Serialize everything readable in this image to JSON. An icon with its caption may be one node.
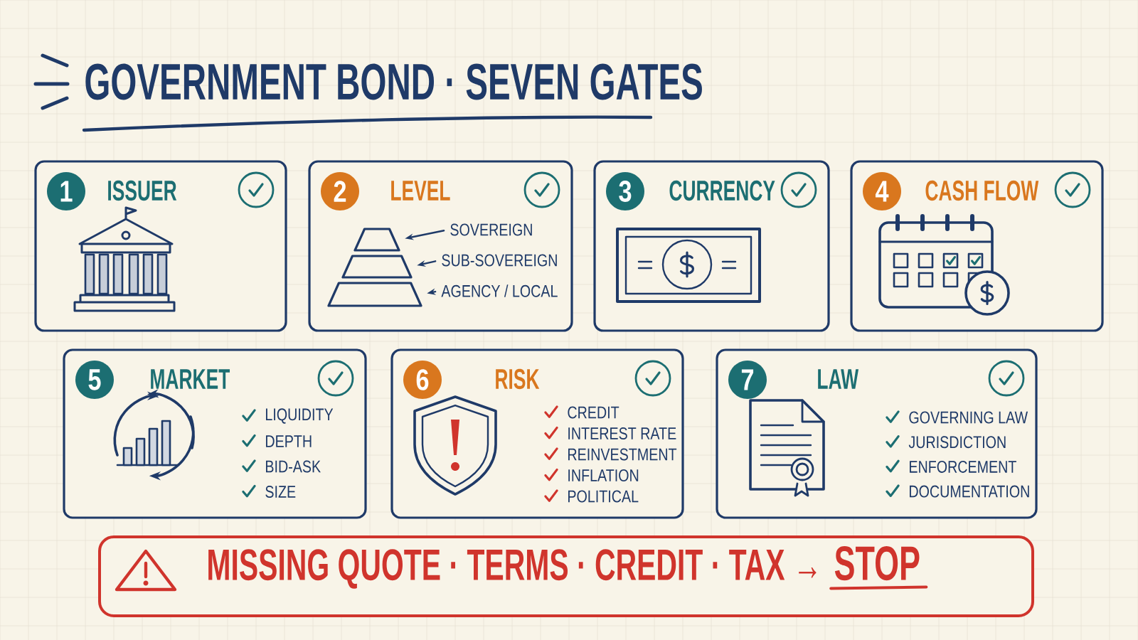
{
  "diagram": {
    "title": "GOVERNMENT BOND · SEVEN GATES",
    "nodes": [
      {
        "text": [
          "ISSUER"
        ]
      },
      {
        "text": [
          "1"
        ],
        "in": 0
      },
      {
        "text": [
          "LEVEL"
        ]
      },
      {
        "text": [
          "2"
        ],
        "in": 2
      },
      {
        "text": [],
        "shape": "trapezoid",
        "in": 2
      },
      {
        "text": [],
        "shape": "trapezoid",
        "in": 2
      },
      {
        "text": [],
        "shape": "trapezoid",
        "in": 2
      },
      {
        "text": [
          "SOVEREIGN"
        ],
        "in": 2
      },
      {
        "text": [
          "SUB-SOVEREIGN"
        ],
        "in": 2
      },
      {
        "text": [
          "AGENCY / LOCAL"
        ],
        "in": 2
      },
      {
        "text": [
          "CURRENCY"
        ]
      },
      {
        "text": [
          "3"
        ],
        "in": 10
      },
      {
        "text": [
          "CASH FLOW"
        ]
      },
      {
        "text": [
          "4"
        ],
        "in": 12
      },
      {
        "text": [
          "MARKET",
          "LIQUIDITY",
          "DEPTH",
          "BID-ASK",
          "SIZE"
        ]
      },
      {
        "text": [
          "5"
        ],
        "in": 14
      },
      {
        "text": [
          "RISK",
          "CREDIT",
          "INTEREST RATE",
          "REINVESTMENT",
          "INFLATION",
          "POLITICAL"
        ]
      },
      {
        "text": [
          "6"
        ],
        "in": 16
      },
      {
        "text": [
          "LAW",
          "GOVERNING LAW",
          "JURISDICTION",
          "ENFORCEMENT",
          "DOCUMENTATION"
        ]
      },
      {
        "text": [
          "7"
        ],
        "in": 18
      },
      {
        "text": [
          "MISSING QUOTE · TERMS · CREDIT · TAX →",
          "STOP"
        ]
      }
    ],
    "edges": [
      {
        "from": 7,
        "to": 4,
        "arrow": "to"
      },
      {
        "from": 8,
        "to": 5,
        "arrow": "to"
      },
      {
        "from": 9,
        "to": 6,
        "arrow": "to"
      }
    ]
  }
}
